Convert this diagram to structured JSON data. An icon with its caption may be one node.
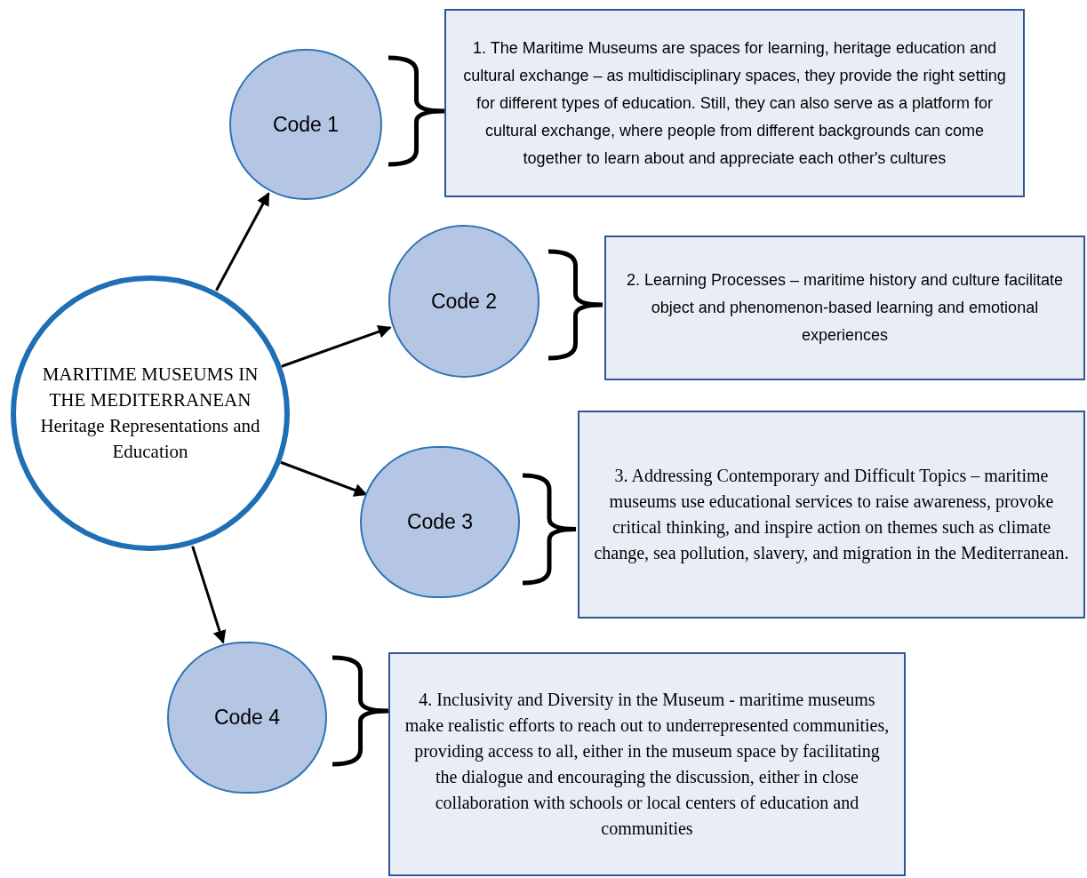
{
  "diagram": {
    "nodes": [
      {
        "text": [
          "MARITIME MUSEUMS IN THE MEDITERRANEAN",
          "Heritage Representations and Education"
        ]
      },
      {
        "text": [
          "Code 1"
        ]
      },
      {
        "text": [
          "1. The Maritime Museums are spaces for learning, heritage education and cultural exchange – as multidisciplinary spaces, they provide the right setting for different types of education. Still, they can also serve as a platform for cultural exchange, where people from different backgrounds can come together to learn about and appreciate each other's cultures"
        ]
      },
      {
        "text": [
          "Code 2"
        ]
      },
      {
        "text": [
          "2. Learning Processes – maritime history and culture facilitate object and phenomenon-based learning and emotional experiences"
        ]
      },
      {
        "text": [
          "Code 3"
        ]
      },
      {
        "text": [
          "3. Addressing Contemporary and Difficult Topics – maritime museums use educational services to raise awareness, provoke critical thinking, and inspire action on themes such as climate change, sea pollution, slavery, and migration in the Mediterranean."
        ]
      },
      {
        "text": [
          "Code 4"
        ]
      },
      {
        "text": [
          "4. Inclusivity and Diversity in the Museum - maritime museums make realistic efforts to reach out to underrepresented communities, providing access to all, either in the museum space by facilitating the dialogue and encouraging the discussion, either in close collaboration with schools or local centers of education and communities"
        ]
      }
    ],
    "edges": [
      {
        "from": 0,
        "to": 1,
        "arrow": "to"
      },
      {
        "from": 0,
        "to": 3,
        "arrow": "to"
      },
      {
        "from": 0,
        "to": 5,
        "arrow": "to"
      },
      {
        "from": 0,
        "to": 7,
        "arrow": "to"
      }
    ]
  }
}
